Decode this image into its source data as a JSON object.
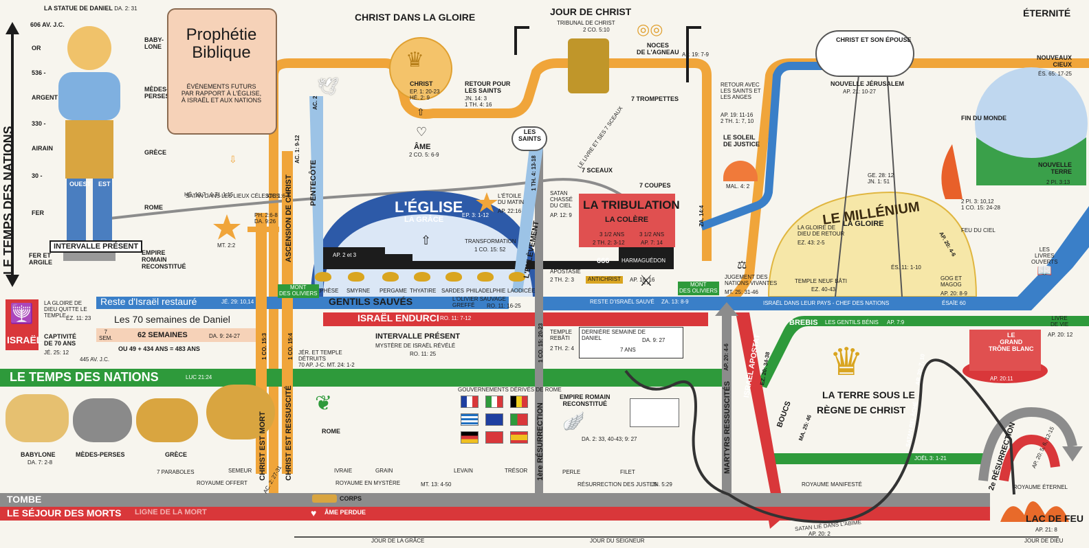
{
  "colors": {
    "nations_band": "#2e9a3b",
    "israel_band": "#d9373a",
    "grace_band": "#f0a53a",
    "blue_band": "#3a7fc8",
    "tomb_band": "#8c8c8c",
    "church_dome": "#2d5aa8",
    "tribulation": "#d9373a",
    "background": "#f7f5ee"
  },
  "statue": {
    "title": "LA STATUE DE DANIEL",
    "ref": "DA. 2: 31",
    "date": "606 AV. J.C.",
    "or": "OR",
    "d536": "536 -",
    "argent": "ARGENT",
    "d330": "330 -",
    "airain": "AIRAIN",
    "d30": "30 -",
    "fer": "FER",
    "fer_argile": "FER ET ARGILE",
    "ouest": "OUEST",
    "est": "EST",
    "intervalle": "INTERVALLE PRÉSENT",
    "babylone": "BABY-\nLONE",
    "medes_perses": "MÈDES-\nPERSES",
    "grece": "GRÈCE",
    "rome": "ROME",
    "empire_romain": "EMPIRE\nROMAIN\nRECONSTITUÉ"
  },
  "side_title": "LE TEMPS DES NATIONS",
  "scroll": {
    "title": "Prophétie Biblique",
    "text": "ÉVÉNEMENTS FUTURS PAR RAPPORT À L'ÉGLISE, À ISRAËL ET AUX NATIONS",
    "ref": "HÉ. 10:7 ; 1 TI. 1:15"
  },
  "top": {
    "christ_gloire": "CHRIST DANS LA GLOIRE",
    "christ": "CHRIST",
    "christ_ref": "EP. 1: 20-23\nHÉ. 2: 9",
    "ame": "ÂME",
    "ame_ref": "2 CO. 5: 6-9",
    "retour": "RETOUR POUR\nLES SAINTS",
    "retour_ref": "JN. 14: 3\n1 TH. 4: 16",
    "jour_christ": "JOUR DE CHRIST",
    "tribunal": "TRIBUNAL DE CHRIST",
    "tribunal_ref": "2 CO. 5:10",
    "noces": "NOCES\nDE L'AGNEAU",
    "noces_ref": "AP. 19: 7-9",
    "retour_avec": "RETOUR AVEC\nLES SAINTS ET\nLES ANGES",
    "retour_avec_ref": "AP. 19: 11-16\n2 TH. 1: 7, 10",
    "soleil": "LE SOLEIL\nDE JUSTICE",
    "soleil_ref": "MAL. 4: 2",
    "christ_epouse": "CHRIST ET SON ÉPOUSE",
    "nouvelle_jerusalem": "NOUVELLE JÉRUSALEM",
    "nj_ref": "AP. 21: 10-27",
    "eternite": "ÉTERNITÉ",
    "nouveaux_cieux": "NOUVEAUX\nCIEUX",
    "nc_ref": "ÉS. 65: 17-25",
    "nouvelle_terre": "NOUVELLE\nTERRE",
    "nt_ref": "2 PI. 3:13",
    "fin_monde": "FIN DU MONDE",
    "fin_ref": "2 PI. 3: 10,12\n1 CO. 15: 24-28",
    "trompettes": "7 TROMPETTES",
    "sceaux": "7 SCEAUX",
    "coupes": "7 COUPES",
    "livre": "LE LIVRE ET SES 7 SCEAUX"
  },
  "middle": {
    "satan_lieux": "SATAN DANS LES LIEUX CÉLESTES",
    "satan_ref": "JOB 1:6-7",
    "eglise": "L'ÉGLISE",
    "grace": "LA GRÂCE",
    "ep_ref": "EP. 3: 1-12",
    "etoile": "L'ÉTOILE\nDU MATIN",
    "etoile_ref": "AP. 22:16",
    "transformation": "TRANSFORMATION",
    "transformation_ref": "1 CO. 15: 52",
    "ap23": "AP. 2 et 3",
    "eglises": [
      "EPHÈSE",
      "SMYRNE",
      "PERGAME",
      "THYATIRE",
      "SARDES",
      "PHILADELPHIE",
      "LAODICÉE"
    ],
    "gentils": "GENTILS SAUVÉS",
    "olivier": "L'OLIVIER SAUVAGE\nGREFFÉ",
    "olivier_ref": "RO. 11: 16-25",
    "pentecote": "PENTECÔTE",
    "ac2": "AC. 2",
    "ascension": "ASCENSION DE CHRIST",
    "ascension_ref": "AC. 1: 9-12",
    "enlevement": "L'ENLÈVEMENT",
    "enlevement_ref": "1 TH. 4: 13-18",
    "saints": "LES\nSAINTS",
    "satan_chasse": "SATAN\nCHASSÉ\nDU CIEL",
    "satan_chasse_ref": "AP. 12: 9",
    "tribulation": "LA TRIBULATION",
    "colere": "LA COLÈRE",
    "trib1": "3 1/2 ANS",
    "trib1_ref": "2 TH. 2: 3-12",
    "trib2": "3 1/2 ANS",
    "trib2_ref": "AP. 7: 14",
    "n666": "666",
    "harmaguedon": "HARMAGUÉDON",
    "apostasie": "APOSTASIE",
    "apostasie_ref": "2 TH. 2: 3",
    "antichrist": "ANTICHRIST",
    "ap1616": "AP. 16: 16",
    "mont1": "MONT\nDES OLIVIERS",
    "mont2": "MONT\nDES OLIVIERS",
    "za": "ZA. 14:4",
    "millenium": "LE MILLÉNIUM",
    "la_gloire": "LA GLOIRE",
    "gloire_retour": "LA GLOIRE DE\nDIEU DE RETOUR",
    "gloire_retour_ref": "EZ. 43: 2-5",
    "temple_neuf": "TEMPLE NEUF BÂTI",
    "temple_neuf_ref": "EZ. 40-43",
    "es11": "ÉS. 11: 1-10",
    "jugement": "JUGEMENT DES\nNATIONS VIVANTES",
    "jugement_ref": "MT. 25: 31-46",
    "gog": "GOG ET\nMAGOG",
    "gog_ref": "AP. 20: 8-9",
    "feu_ciel": "FEU DU CIEL",
    "ap204": "AP. 20: 4-6",
    "ge28": "GE. 28: 12\nJN. 1: 51",
    "pt_ref": "PH. 2:6-8\nDA. 9:26",
    "mt22": "MT. 2:2",
    "ac1": "AC. 2"
  },
  "israel": {
    "label": "ISRAËL",
    "gloire": "LA GLOIRE DE\nDIEU QUITTE LE\nTEMPLE",
    "gloire_ref": "ÉZ. 11: 23",
    "captivite": "CAPTIVITÉ\nDE 70 ANS",
    "captivite_ref": "JÉ. 25: 12",
    "reste": "Reste d'Israël restauré",
    "reste_ref": "JÉ. 29: 10,14",
    "semaines": "Les 70 semaines de Daniel",
    "sem7": "7\nSEM.",
    "sem62": "62 SEMAINES",
    "sem_ref": "DA. 9: 24-27",
    "ans": "OU 49 + 434 ANS = 483 ANS",
    "av": "445 AV. J.C.",
    "endurci": "ISRAËL ENDURCI",
    "endurci_ref": "RO. 11: 7-12",
    "jer": "JÉR. ET TEMPLE\nDÉTRUITS",
    "jer_ref": "70 AP. J-C.   MT. 24: 1-2",
    "intervalle": "INTERVALLE PRÉSENT",
    "mystere": "MYSTÈRE DE ISRAËL RÉVÉLÉ",
    "mystere_ref": "RO. 11: 25",
    "temple_rebati": "TEMPLE\nREBÂTI",
    "temple_rebati_ref": "2 TH. 2: 4",
    "derniere": "DERNIÈRE SEMAINE DE\nDANIEL",
    "derniere_ref": "DA. 9: 27",
    "sept_ans": "7 ANS",
    "reste_sauve": "RESTE D'ISRAËL SAUVÉ",
    "reste_sauve_ref": "ZA. 13: 8-9",
    "pays": "ISRAËL DANS LEUR PAYS - CHEF DES NATIONS",
    "pays_ref": "ÉSAÏE 60",
    "apostat": "ISRAËL APOSTAT",
    "apostat_ref": "EZ. 20: 34-38",
    "martyrs": "MARTYRS RESSUSCITÉS",
    "martyrs_ref": "AP. 20: 4-6"
  },
  "nations": {
    "label": "LE TEMPS DES NATIONS",
    "ref": "LUC 21:24",
    "babylone": "BABYLONE",
    "babylone_ref": "DA. 7: 2-8",
    "medes": "MÈDES-PERSES",
    "grece": "GRÈCE",
    "rome": "ROME",
    "gouvernements": "GOUVERNEMENTS DÉRIVÉS DE ROME",
    "empire": "EMPIRE ROMAIN\nRECONSTITUÉ",
    "empire_ref": "DA. 2: 33, 40-43; 9: 27",
    "brebis": "BREBIS",
    "gentils_benis": "LES GENTILS BÉNIS",
    "brebis_ref": "AP. 7:9",
    "boucs": "BOUCS",
    "boucs_ref": "MA. 25: 46",
    "terre_sous": "LA TERRE SOUS LE",
    "regne": "RÈGNE DE CHRIST",
    "joel": "JOËL 3: 1-21",
    "christ_mort": "CHRIST EST MORT",
    "christ_mort_ref": "1 CO. 15:3",
    "christ_ress": "CHRIST EST RESSUSCITÉ",
    "christ_ress_ref": "1 CO. 15:4",
    "res1": "1ère RÉSURRECTION",
    "res1_ref": "1 CO. 15: 20-23",
    "satan_relache": "SATAN RELÂCHÉ",
    "satan_relache_ref": "AP. 20: 7, 10",
    "res2": "2e RÉSURRECTION",
    "res2_ref": "AP. 20: 5, 6, 12-15",
    "livres": "LES\nLIVRES\nOUVERTS",
    "livre_vie": "LIVRE\nDE VIE",
    "livre_vie_ref": "AP. 20: 12",
    "trone": "LE\nGRAND\nTRÔNE BLANC",
    "trone_ref": "AP. 20:11"
  },
  "bottom": {
    "paraboles": "7 PARABOLES",
    "semeur": "SEMEUR",
    "ivraie": "IVRAIE",
    "grain": "GRAIN",
    "levain": "LEVAIN",
    "tresor": "TRÉSOR",
    "perle": "PERLE",
    "filet": "FILET",
    "royaume_offert": "ROYAUME OFFERT",
    "royaume_mystere": "ROYAUME EN MYSTÈRE",
    "mt13": "MT. 13: 4-50",
    "res_justes": "RÉSURRECTION DES JUSTES",
    "res_justes_ref": "JN. 5:29",
    "royaume_manifeste": "ROYAUME MANIFESTÉ",
    "royaume_eternel": "ROYAUME ÉTERNEL",
    "tombe": "TOMBE",
    "sejour": "LE SÉJOUR DES MORTS",
    "ligne": "LIGNE DE LA MORT",
    "corps": "CORPS",
    "ame_perdue": "ÂME PERDUE",
    "ac2": "AC. 2: 27-31",
    "satan_lie": "SATAN LIÉ DANS L'ABÎME",
    "satan_lie_ref": "AP. 20: 2",
    "lac": "LAC DE FEU",
    "lac_ref": "AP. 21: 8",
    "jour_grace": "JOUR DE LA GRÂCE",
    "jour_seigneur": "JOUR DU SEIGNEUR",
    "jour_dieu": "JOUR DE DIEU"
  }
}
